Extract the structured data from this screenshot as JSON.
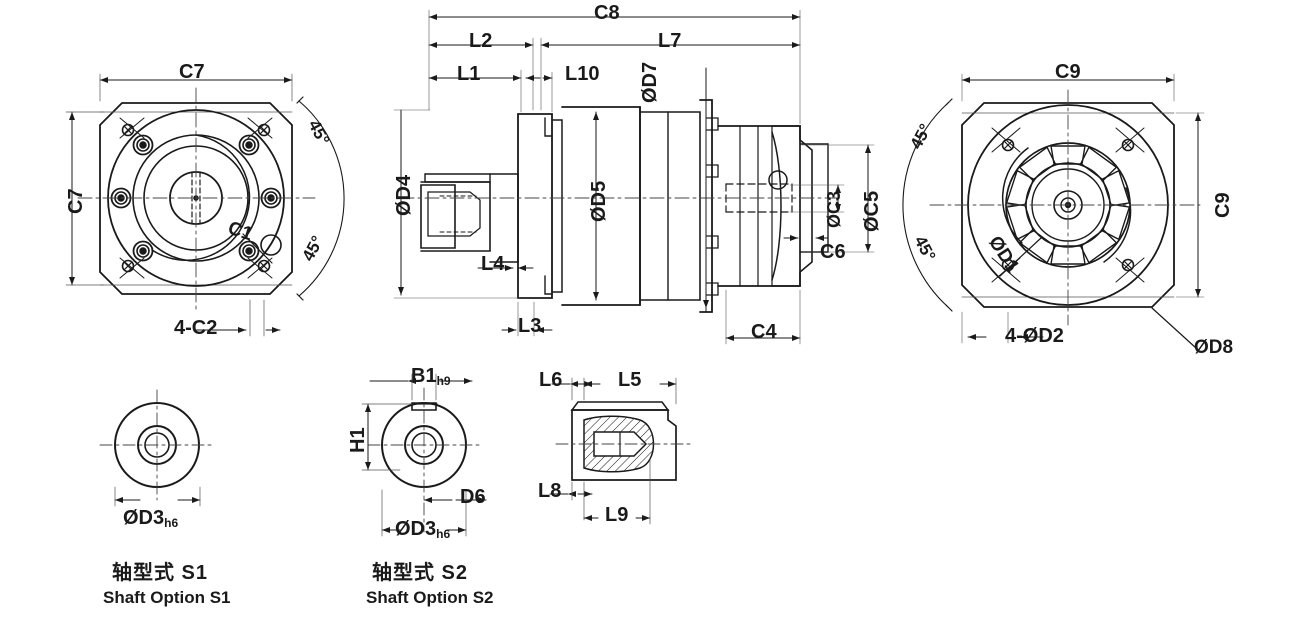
{
  "document": {
    "type": "engineering-dimension-drawing",
    "subject": "planetary gearbox with servo motor",
    "background_color": "#ffffff",
    "line_color": "#1a1a1a"
  },
  "views": {
    "left": {
      "name": "output-flange-front-view",
      "labels": {
        "width": "C7",
        "height": "C7",
        "chamfer_top": "45°",
        "chamfer_bottom": "45°",
        "pilot": "C1",
        "bolt_holes": "4-C2"
      }
    },
    "middle": {
      "name": "assembly-side-section-view",
      "labels": {
        "overall_length": "C8",
        "gearbox_length": "L2",
        "motor_length": "L7",
        "shaft_length": "L1",
        "flange_thickness": "L10",
        "input_step": "L4",
        "output_step": "L3",
        "shaft_dia": "ØD4",
        "body_dia": "ØD5",
        "motor_dia": "ØD7",
        "motor_pilot_dia": "ØC3",
        "motor_flange_dia": "ØC5",
        "motor_flange_thk": "C6",
        "motor_mount_len": "C4"
      }
    },
    "right": {
      "name": "motor-rear-fan-view",
      "labels": {
        "width": "C9",
        "height": "C9",
        "chamfer_top": "45°",
        "chamfer_bottom": "45°",
        "pilot": "ØD1",
        "bolt_holes": "4-ØD2",
        "outer_dia": "ØD8"
      }
    },
    "shaft_s1": {
      "name": "shaft-option-s1-end-view",
      "labels": {
        "shaft_dia": "ØD3",
        "shaft_dia_tol": "h6"
      },
      "caption_cn": "轴型式  S1",
      "caption_en": "Shaft Option S1"
    },
    "shaft_s2": {
      "name": "shaft-option-s2-end-view",
      "labels": {
        "key_width": "B1",
        "key_width_tol": "h9",
        "key_height": "H1",
        "key_offset": "D6",
        "shaft_dia": "ØD3",
        "shaft_dia_tol": "h6"
      },
      "caption_cn": "轴型式  S2",
      "caption_en": "Shaft Option S2"
    },
    "keyway_section": {
      "name": "keyway-side-section-view",
      "labels": {
        "front_offset": "L6",
        "key_length": "L5",
        "bottom_offset": "L8",
        "bottom_length": "L9"
      }
    }
  }
}
